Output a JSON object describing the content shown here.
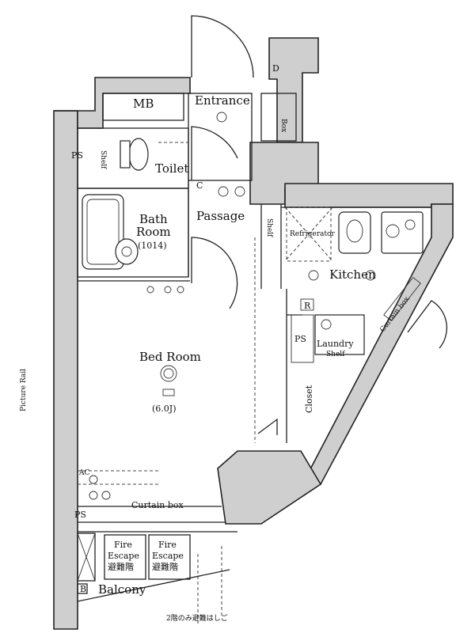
{
  "rooms": {
    "mb": "MB",
    "entrance": "Entrance",
    "box": "Box",
    "ps_top": "PS",
    "shelf_toilet": "Shelf",
    "toilet": "Toilet",
    "bath_line1": "Bath",
    "bath_line2": "Room",
    "bath_size": "(1014)",
    "passage": "Passage",
    "shelf_passage": "Shelf",
    "refrigerator": "Refrigerator",
    "kitchen": "Kitchen",
    "r_mark": "R",
    "ps_kitchen": "PS",
    "laundry": "Laundry",
    "laundry_shelf": "Shelf",
    "curtain_box_right": "Curtain box",
    "bedroom": "Bed Room",
    "bedroom_size": "(6.0J)",
    "picture_rail": "Picture Rail",
    "closet": "Closet",
    "curtain_box_bottom": "Curtain box",
    "ps_bottom": "PS",
    "ac": "AC",
    "fire_escape_1_line1": "Fire",
    "fire_escape_1_line2": "Escape",
    "fire_escape_1_jp": "避難階",
    "fire_escape_2_line1": "Fire",
    "fire_escape_2_line2": "Escape",
    "fire_escape_2_jp": "避難階",
    "balcony": "Balcony",
    "balcony_mark": "B",
    "c_mark": "C",
    "d_mark": "D",
    "bottom_note": "2階のみ避難はしご"
  }
}
